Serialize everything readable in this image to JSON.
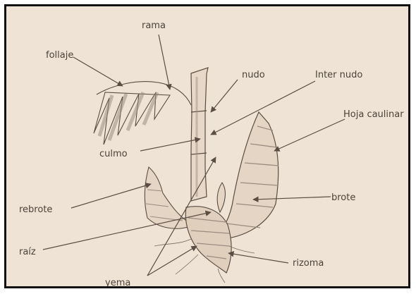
{
  "diagram": {
    "labels": {
      "rama": "rama",
      "follaje": "follaje",
      "nudo": "nudo",
      "internudo": "Inter nudo",
      "hoja_caulinar": "Hoja caulinar",
      "culmo": "culmo",
      "rebrote": "rebrote",
      "brote": "brote",
      "raiz": "raíz",
      "rizoma": "rizoma",
      "yema": "yema"
    },
    "colors": {
      "background": "#efe3d5",
      "ink": "#4b423a",
      "stroke": "#5a4e44",
      "shade": "#9a8c80",
      "frame": "#111111"
    }
  }
}
